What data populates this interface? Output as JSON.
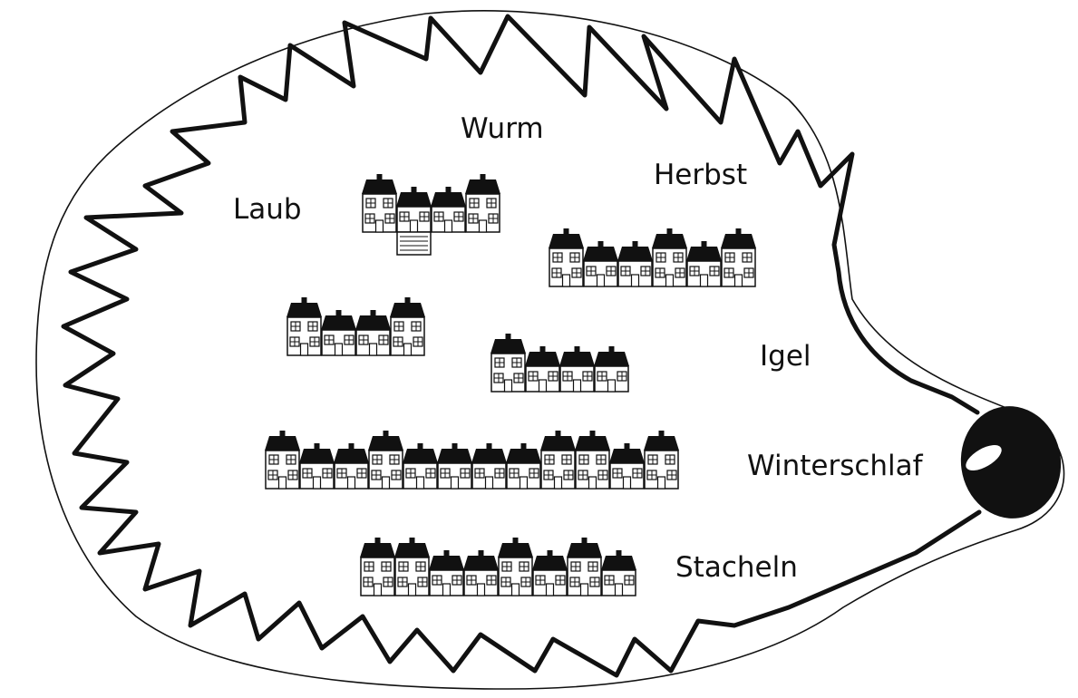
{
  "words": {
    "wurm": "Wurm",
    "herbst": "Herbst",
    "laub": "Laub",
    "igel": "Igel",
    "winterschlaf": "Winterschlaf",
    "stacheln": "Stacheln"
  },
  "colors": {
    "ink": "#111111",
    "paper": "#ffffff"
  },
  "house_rows": [
    {
      "name": "house-group-wurm",
      "pattern": "TSST",
      "with_base_box": true
    },
    {
      "name": "house-group-herbst",
      "pattern": "TSSTST"
    },
    {
      "name": "house-group-laub",
      "pattern": "TSST"
    },
    {
      "name": "house-group-igel",
      "pattern": "TSSS"
    },
    {
      "name": "house-group-winterschlaf",
      "pattern": "TSSTSSSSTTST"
    },
    {
      "name": "house-group-stacheln",
      "pattern": "TTSSTSTS"
    }
  ]
}
